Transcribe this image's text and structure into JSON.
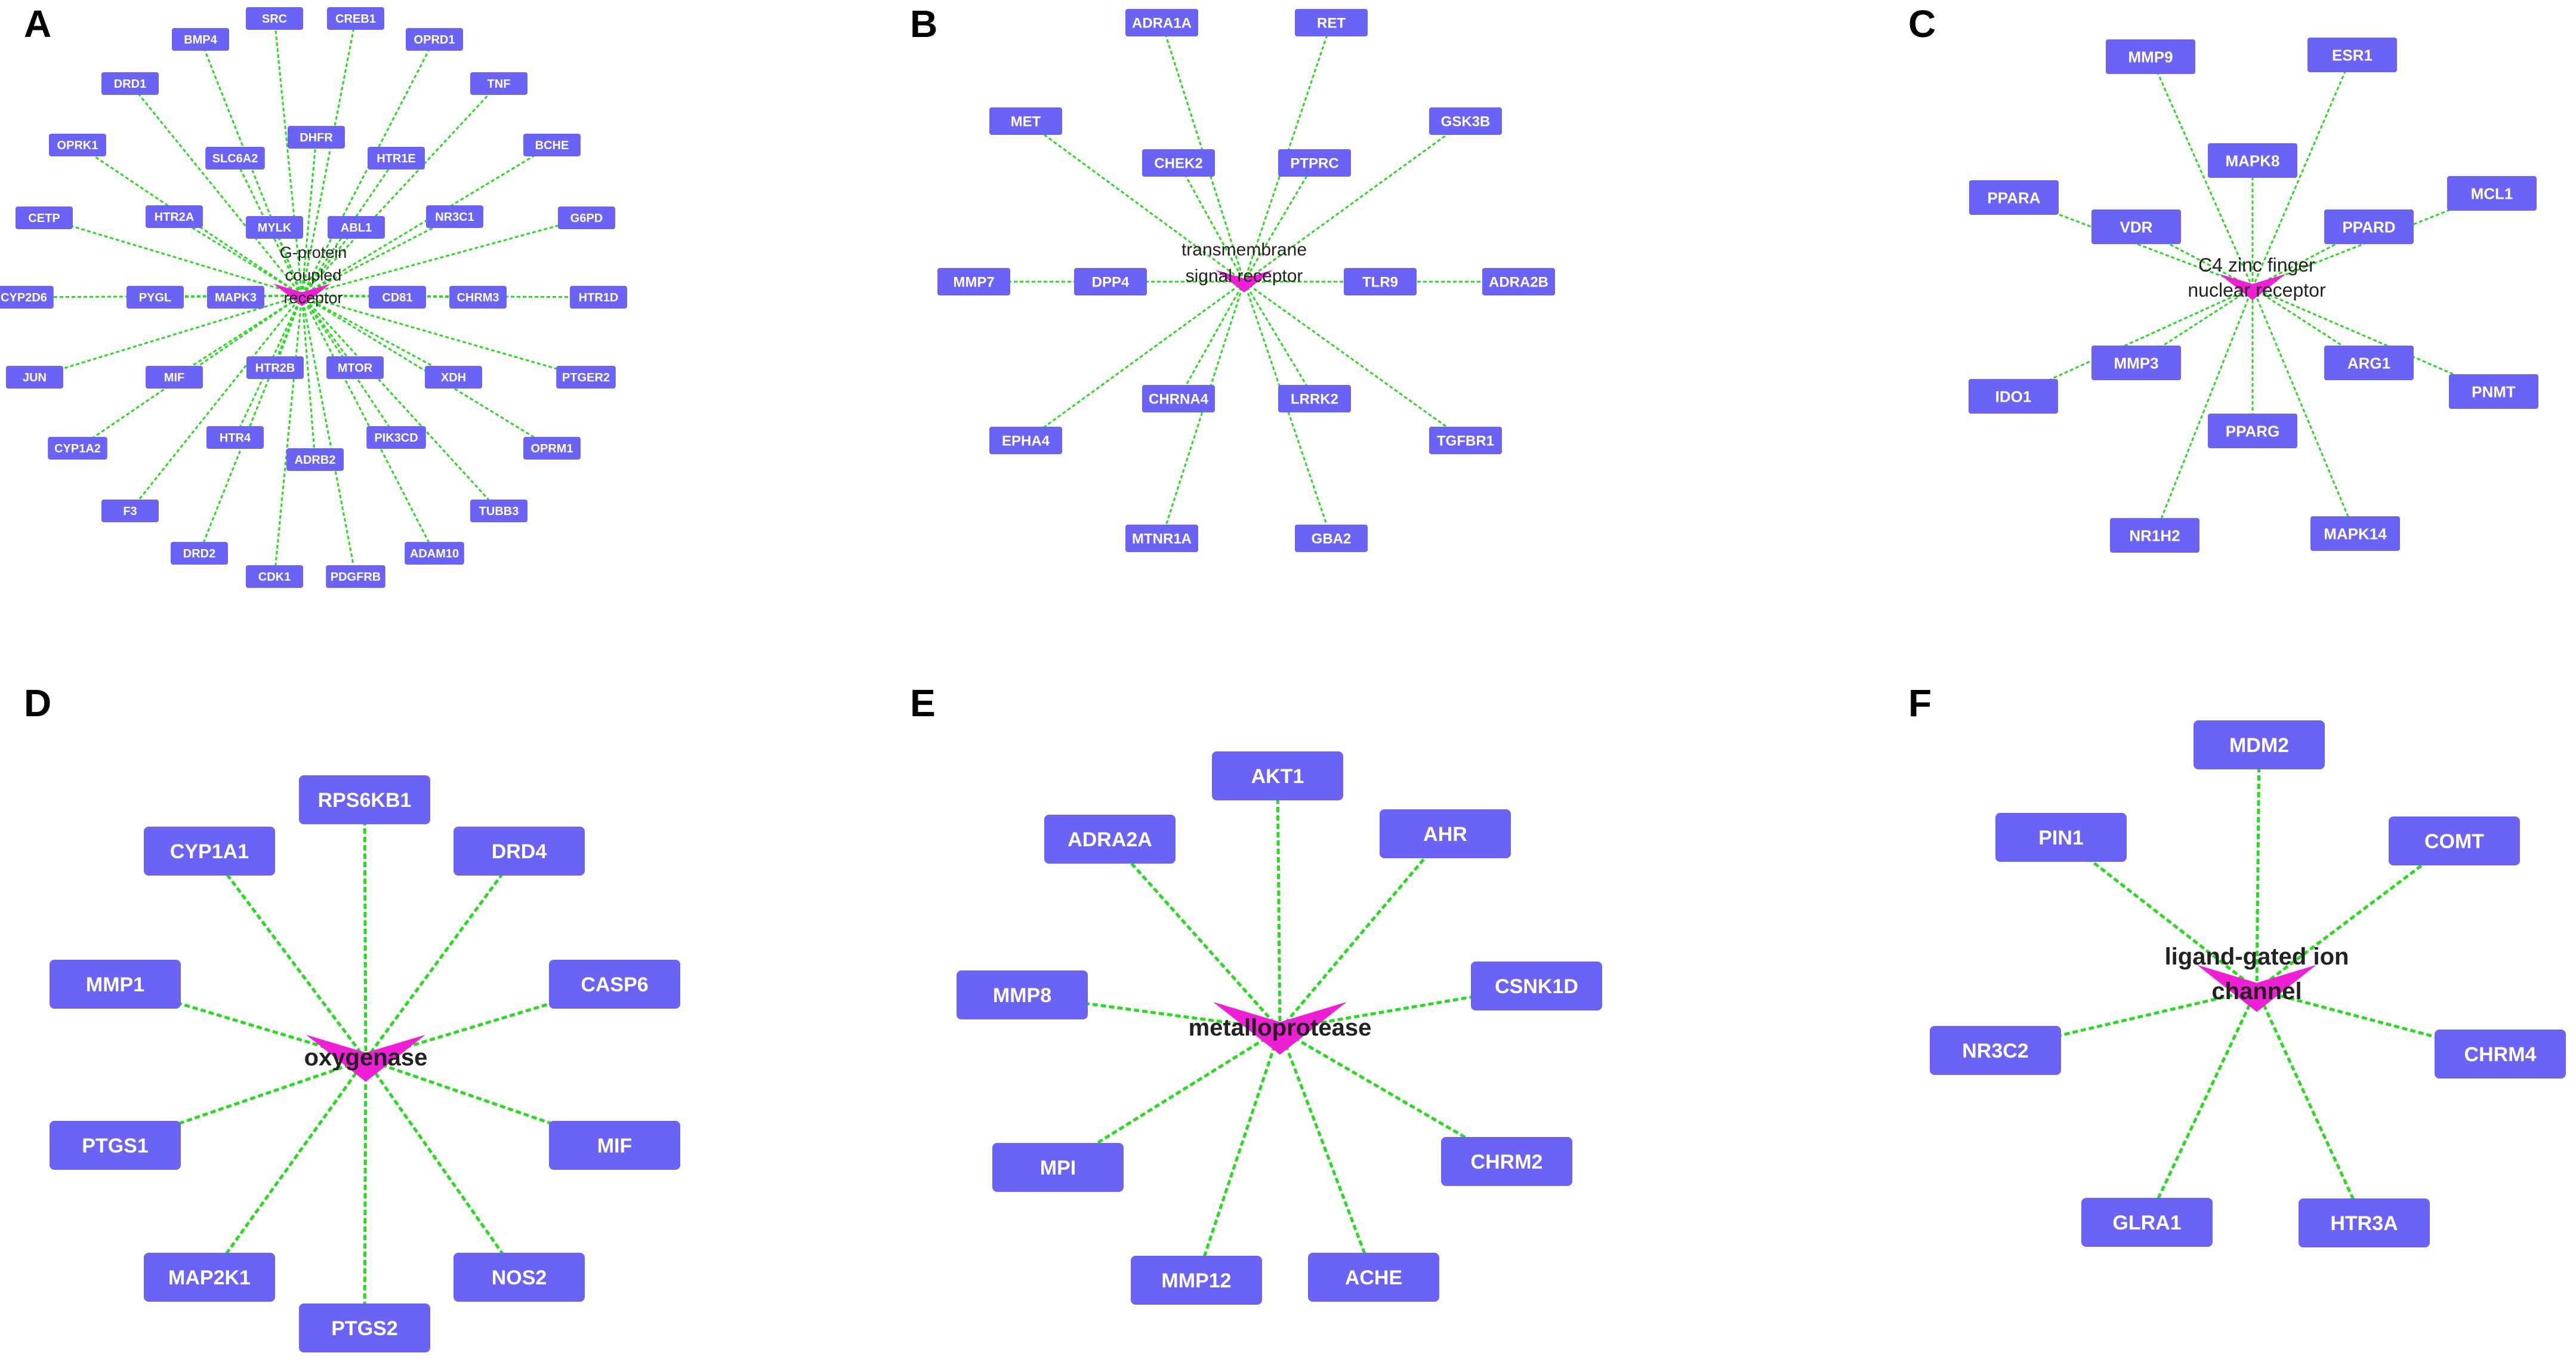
{
  "panels": [
    {
      "letter": "A",
      "hub": {
        "label_lines": [
          "G-protein",
          "coupled",
          "receptor"
        ]
      },
      "nodes": [
        "BMP4",
        "SRC",
        "CREB1",
        "OPRD1",
        "DRD1",
        "TNF",
        "DHFR",
        "OPRK1",
        "SLC6A2",
        "HTR1E",
        "BCHE",
        "CETP",
        "HTR2A",
        "MYLK",
        "ABL1",
        "NR3C1",
        "G6PD",
        "CYP2D6",
        "PYGL",
        "MAPK3",
        "CD81",
        "CHRM3",
        "HTR1D",
        "JUN",
        "MIF",
        "HTR2B",
        "MTOR",
        "XDH",
        "PTGER2",
        "CYP1A2",
        "HTR4",
        "PIK3CD",
        "OPRM1",
        "ADRB2",
        "F3",
        "TUBB3",
        "DRD2",
        "CDK1",
        "PDGFRB",
        "ADAM10"
      ]
    },
    {
      "letter": "B",
      "hub": {
        "label_lines": [
          "transmembrane",
          "signal receptor"
        ]
      },
      "nodes": [
        "ADRA1A",
        "RET",
        "MET",
        "GSK3B",
        "CHEK2",
        "PTPRC",
        "MMP7",
        "DPP4",
        "TLR9",
        "ADRA2B",
        "CHRNA4",
        "LRRK2",
        "EPHA4",
        "TGFBR1",
        "MTNR1A",
        "GBA2"
      ]
    },
    {
      "letter": "C",
      "hub": {
        "label_lines": [
          "C4 zinc finger",
          "nuclear receptor"
        ]
      },
      "nodes": [
        "MMP9",
        "ESR1",
        "MAPK8",
        "PPARA",
        "MCL1",
        "VDR",
        "PPARD",
        "MMP3",
        "ARG1",
        "IDO1",
        "PNMT",
        "PPARG",
        "NR1H2",
        "MAPK14"
      ]
    },
    {
      "letter": "D",
      "hub": {
        "label_lines": [
          "oxygenase"
        ]
      },
      "nodes": [
        "RPS6KB1",
        "CYP1A1",
        "DRD4",
        "MMP1",
        "CASP6",
        "PTGS1",
        "MIF",
        "MAP2K1",
        "NOS2",
        "PTGS2"
      ]
    },
    {
      "letter": "E",
      "hub": {
        "label_lines": [
          "metalloprotease"
        ]
      },
      "nodes": [
        "AKT1",
        "ADRA2A",
        "AHR",
        "MMP8",
        "CSNK1D",
        "MPI",
        "CHRM2",
        "MMP12",
        "ACHE"
      ]
    },
    {
      "letter": "F",
      "hub": {
        "label_lines": [
          "ligand-gated ion",
          "channel"
        ]
      },
      "nodes": [
        "MDM2",
        "PIN1",
        "COMT",
        "NR3C2",
        "CHRM4",
        "GLRA1",
        "HTR3A"
      ]
    }
  ],
  "colors": {
    "node_fill": "#6a63f6",
    "node_text": "#ffffff",
    "hub_fill": "#ee1fd4",
    "edge": "#27dc1e",
    "hub_text": "#222222",
    "letter": "#000000"
  }
}
